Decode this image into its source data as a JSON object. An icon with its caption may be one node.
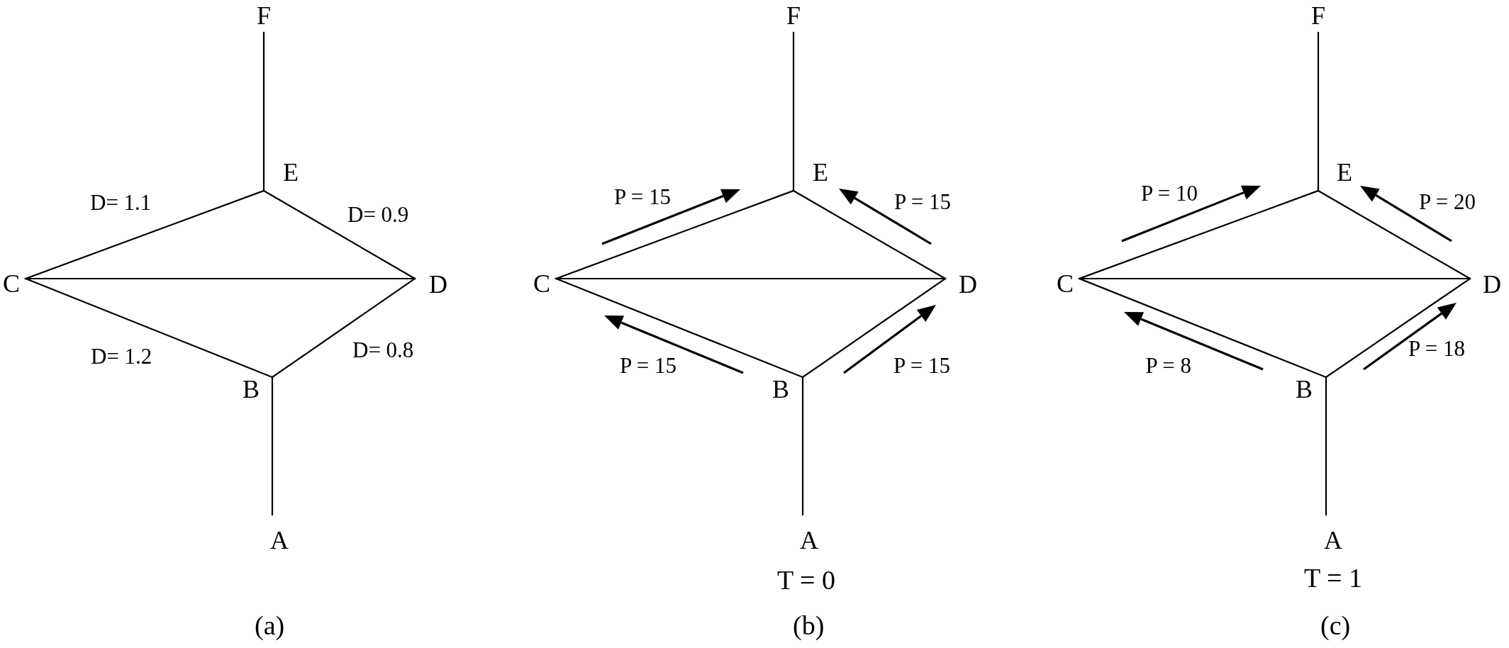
{
  "diagram": {
    "nodes": [
      {
        "text": [
          "F"
        ]
      },
      {
        "text": [
          "E"
        ]
      },
      {
        "text": [
          "C"
        ]
      },
      {
        "text": [
          "D"
        ]
      },
      {
        "text": [
          "B"
        ]
      },
      {
        "text": [
          "A"
        ]
      },
      {
        "text": [
          "F"
        ]
      },
      {
        "text": [
          "E"
        ]
      },
      {
        "text": [
          "C"
        ]
      },
      {
        "text": [
          "D"
        ]
      },
      {
        "text": [
          "B"
        ]
      },
      {
        "text": [
          "A"
        ]
      },
      {
        "text": [
          "F"
        ]
      },
      {
        "text": [
          "E"
        ]
      },
      {
        "text": [
          "C"
        ]
      },
      {
        "text": [
          "D"
        ]
      },
      {
        "text": [
          "B"
        ]
      },
      {
        "text": [
          "A"
        ]
      }
    ],
    "edges": [
      {
        "from": 0,
        "to": 1,
        "arrow": "none"
      },
      {
        "from": 2,
        "to": 1,
        "arrow": "none",
        "label": "D= 1.1"
      },
      {
        "from": 3,
        "to": 1,
        "arrow": "none",
        "label": "D= 0.9"
      },
      {
        "from": 2,
        "to": 3,
        "arrow": "none"
      },
      {
        "from": 4,
        "to": 2,
        "arrow": "none",
        "label": "D= 1.2"
      },
      {
        "from": 4,
        "to": 3,
        "arrow": "none",
        "label": "D= 0.8"
      },
      {
        "from": 4,
        "to": 5,
        "arrow": "none"
      },
      {
        "from": 6,
        "to": 7,
        "arrow": "none"
      },
      {
        "from": 8,
        "to": 7,
        "arrow": "none",
        "label": "P = 15"
      },
      {
        "from": 9,
        "to": 7,
        "arrow": "none",
        "label": "P = 15"
      },
      {
        "from": 8,
        "to": 9,
        "arrow": "none"
      },
      {
        "from": 10,
        "to": 8,
        "arrow": "none",
        "label": "P = 15"
      },
      {
        "from": 10,
        "to": 9,
        "arrow": "none",
        "label": "P = 15"
      },
      {
        "from": 10,
        "to": 11,
        "arrow": "none"
      },
      {
        "from": 12,
        "to": 13,
        "arrow": "none"
      },
      {
        "from": 14,
        "to": 13,
        "arrow": "none",
        "label": "P = 10"
      },
      {
        "from": 15,
        "to": 13,
        "arrow": "none",
        "label": "P = 20"
      },
      {
        "from": 14,
        "to": 15,
        "arrow": "none"
      },
      {
        "from": 16,
        "to": 14,
        "arrow": "none",
        "label": "P = 8"
      },
      {
        "from": 16,
        "to": 15,
        "arrow": "none",
        "label": "P = 18"
      },
      {
        "from": 16,
        "to": 17,
        "arrow": "none"
      }
    ],
    "labels": [
      "T = 0",
      "T = 1",
      "(a)",
      "(b)",
      "(c)"
    ]
  }
}
